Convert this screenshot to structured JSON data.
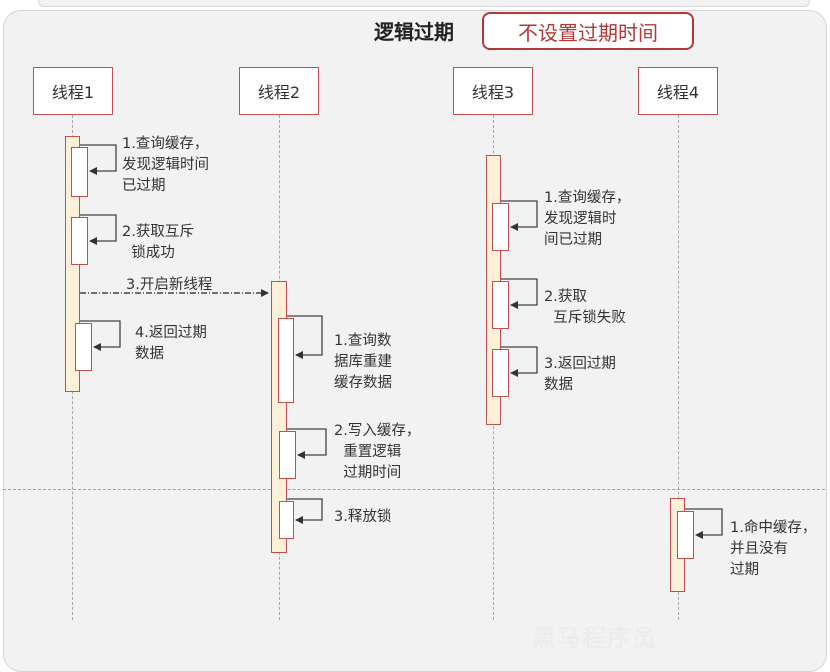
{
  "header": {
    "title": "逻辑过期",
    "badge": "不设置过期时间"
  },
  "actors": [
    "线程1",
    "线程2",
    "线程3",
    "线程4"
  ],
  "messages": {
    "cross_thread": "3.开启新线程"
  },
  "notes": {
    "t1_1": "1.查询缓存，\n发现逻辑时间\n已过期",
    "t1_2": "2.获取互斥\n  锁成功",
    "t1_4": "4.返回过期\n数据",
    "t2_1": "1.查询数\n据库重建\n缓存数据",
    "t2_2": "2.写入缓存，\n  重置逻辑\n  过期时间",
    "t2_3": "3.释放锁",
    "t3_1": "1.查询缓存，\n发现逻辑时\n间已过期",
    "t3_2": "2.获取\n  互斥锁失败",
    "t3_3": "3.返回过期\n数据",
    "t4_1": "1.命中缓存，\n并且没有\n过期"
  },
  "watermark": "黑马程序员",
  "colors": {
    "accent": "#c0504d",
    "activation_fill": "#fdf0d8",
    "divider": "#9bb25a"
  }
}
